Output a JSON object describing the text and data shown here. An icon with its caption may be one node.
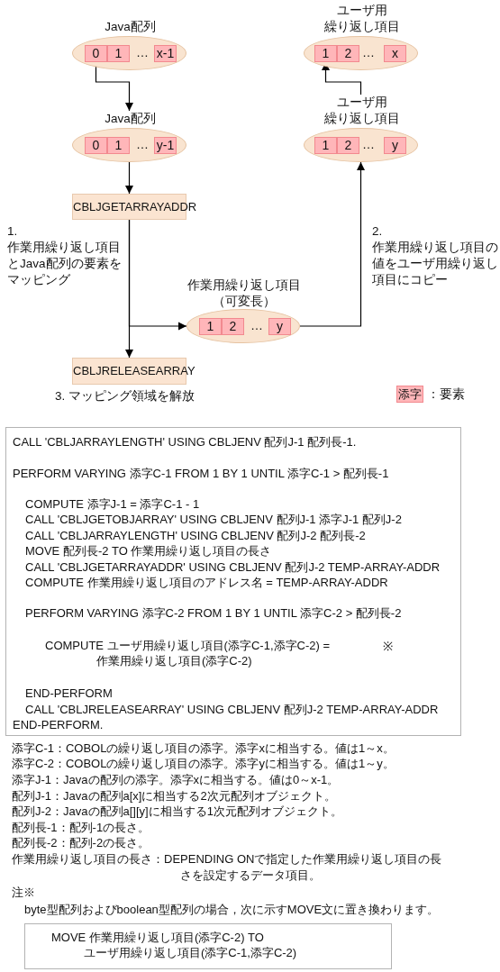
{
  "diagram": {
    "nodes": [
      {
        "text": [
          "Java配列",
          "…"
        ]
      },
      {
        "text": [
          "0"
        ],
        "in": 0
      },
      {
        "text": [
          "1"
        ],
        "in": 0
      },
      {
        "text": [
          "x-1"
        ],
        "in": 0
      },
      {
        "text": [
          "ユーザ用",
          "繰り返し項目",
          "…"
        ]
      },
      {
        "text": [
          "1"
        ],
        "in": 4
      },
      {
        "text": [
          "2"
        ],
        "in": 4
      },
      {
        "text": [
          "x"
        ],
        "in": 4
      },
      {
        "text": [
          "Java配列",
          "…"
        ]
      },
      {
        "text": [
          "0"
        ],
        "in": 8
      },
      {
        "text": [
          "1"
        ],
        "in": 8
      },
      {
        "text": [
          "y-1"
        ],
        "in": 8
      },
      {
        "text": [
          "ユーザ用",
          "繰り返し項目",
          "…"
        ]
      },
      {
        "text": [
          "1"
        ],
        "in": 12
      },
      {
        "text": [
          "2"
        ],
        "in": 12
      },
      {
        "text": [
          "y"
        ],
        "in": 12
      },
      {
        "text": [
          "CBLJGETARRAYADDR"
        ]
      },
      {
        "text": [
          "作業用繰り返し項目（可変長）",
          "…"
        ]
      },
      {
        "text": [
          "1"
        ],
        "in": 17
      },
      {
        "text": [
          "2"
        ],
        "in": 17
      },
      {
        "text": [
          "y"
        ],
        "in": 17
      },
      {
        "text": [
          "CBLJRELEASEARRAY"
        ],
        "beside": [
          "3. マッピング領域を解放"
        ]
      },
      {
        "text": [
          "CALL 'CBLJARRAYLENGTH' USING CBLJENV 配列J-1 配列長-1.",
          "PERFORM VARYING 添字C-1 FROM 1 BY 1 UNTIL 添字C-1 > 配列長-1",
          "COMPUTE 添字J-1 = 添字C-1 - 1",
          "CALL 'CBLJGETOBJARRAY' USING CBLJENV 配列J-1 添字J-1 配列J-2",
          "CALL 'CBLJARRAYLENGTH' USING CBLJENV 配列J-2 配列長-2",
          "MOVE 配列長-2 TO 作業用繰り返し項目の長さ",
          "CALL 'CBLJGETARRAYADDR' USING CBLJENV 配列J-2 TEMP-ARRAY-ADDR",
          "COMPUTE 作業用繰り返し項目のアドレス名 = TEMP-ARRAY-ADDR",
          "PERFORM VARYING 添字C-2 FROM 1 BY 1 UNTIL 添字C-2 > 配列長-2",
          "COMPUTE ユーザ用繰り返し項目(添字C-1,添字C-2) =",
          "作業用繰り返し項目(添字C-2)",
          "END-PERFORM",
          "CALL 'CBLJRELEASEARRAY' USING CBLJENV 配列J-2 TEMP-ARRAY-ADDR",
          "END-PERFORM."
        ]
      },
      {
        "text": [
          "MOVE 作業用繰り返し項目(添字C-2) TO",
          "ユーザ用繰り返し項目(添字C-1,添字C-2)"
        ]
      }
    ],
    "edges": [
      {
        "from": 1,
        "to": 8,
        "arrow": "to"
      },
      {
        "from": 8,
        "to": 16,
        "arrow": "to"
      },
      {
        "from": 16,
        "to": 21,
        "arrow": "to"
      },
      {
        "from": 16,
        "to": 17,
        "arrow": "to"
      },
      {
        "from": 17,
        "to": 12,
        "arrow": "to"
      },
      {
        "from": 12,
        "to": 5,
        "arrow": "to"
      }
    ],
    "labels": [
      "1.",
      "作業用繰り返し項目とJava配列の要素をマッピング",
      "2.",
      "作業用繰り返し項目の値をユーザ用繰り返し項目にコピー",
      "添字",
      "※",
      "添字C-1：COBOLの繰り返し項目の添字。添字xに相当する。値は1～x。",
      "添字C-2：COBOLの繰り返し項目の添字。添字yに相当する。値は1～y。",
      "添字J-1：Javaの配列の添字。添字xに相当する。値は0～x-1。",
      "配列J-1：Javaの配列a[x]に相当する2次元配列オブジェクト。",
      "配列J-2：Javaの配列a[][y]に相当する1次元配列オブジェクト。",
      "配列長-1：配列-1の長さ。",
      "配列長-2：配列-2の長さ。",
      "作業用繰り返し項目の長さ：DEPENDING ONで指定した作業用繰り返し項目の長さを設定するデータ項目。",
      "注※",
      "byte型配列およびboolean型配列の場合，次に示すMOVE文に置き換わります。"
    ],
    "legend": [
      {
        "text": "：要素",
        "color": "#ffb6b9"
      }
    ]
  }
}
